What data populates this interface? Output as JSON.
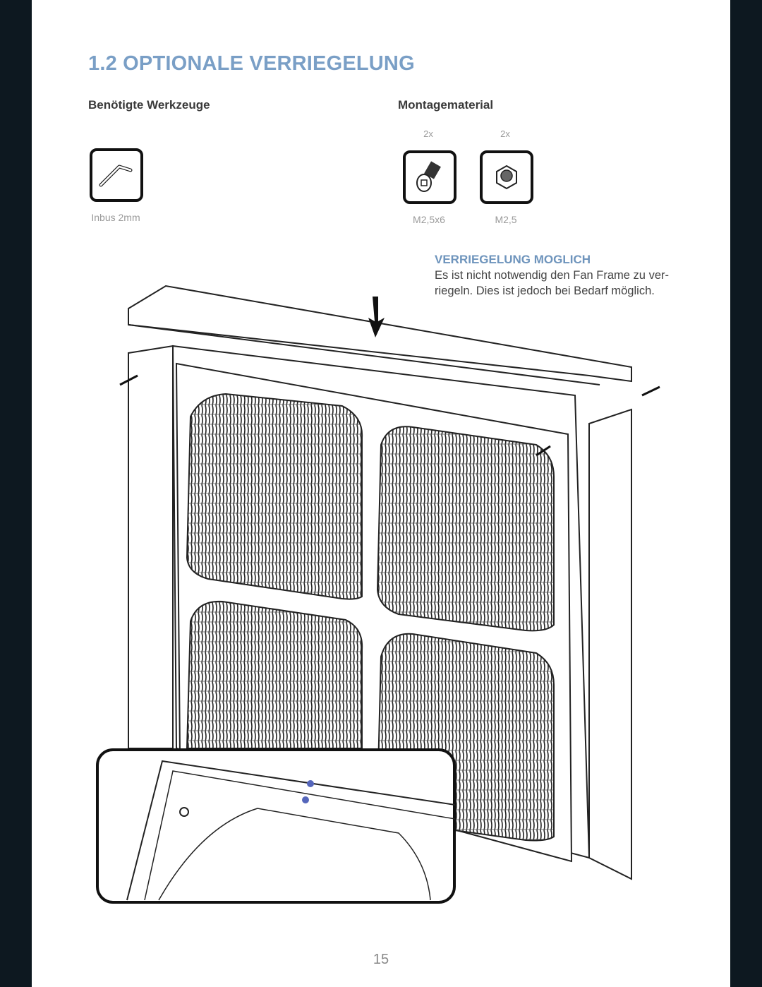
{
  "section_title": "1.2 OPTIONALE VERRIEGELUNG",
  "tools": {
    "heading": "Benötigte Werkzeuge",
    "items": [
      {
        "label": "Inbus 2mm",
        "icon": "hex-key-icon"
      }
    ]
  },
  "material": {
    "heading": "Montagematerial",
    "items": [
      {
        "qty": "2x",
        "label": "M2,5x6",
        "icon": "screw-icon"
      },
      {
        "qty": "2x",
        "label": "M2,5",
        "icon": "nut-icon"
      }
    ]
  },
  "note": {
    "heading": "VERRIEGELUNG MOGLICH",
    "body": "Es ist nicht notwendig den Fan Frame zu ver-riegeln. Dies ist jedoch bei Bedarf möglich."
  },
  "page_number": "15",
  "colors": {
    "accent": "#7a9fc6",
    "viewer_bg": "#0d1820"
  }
}
